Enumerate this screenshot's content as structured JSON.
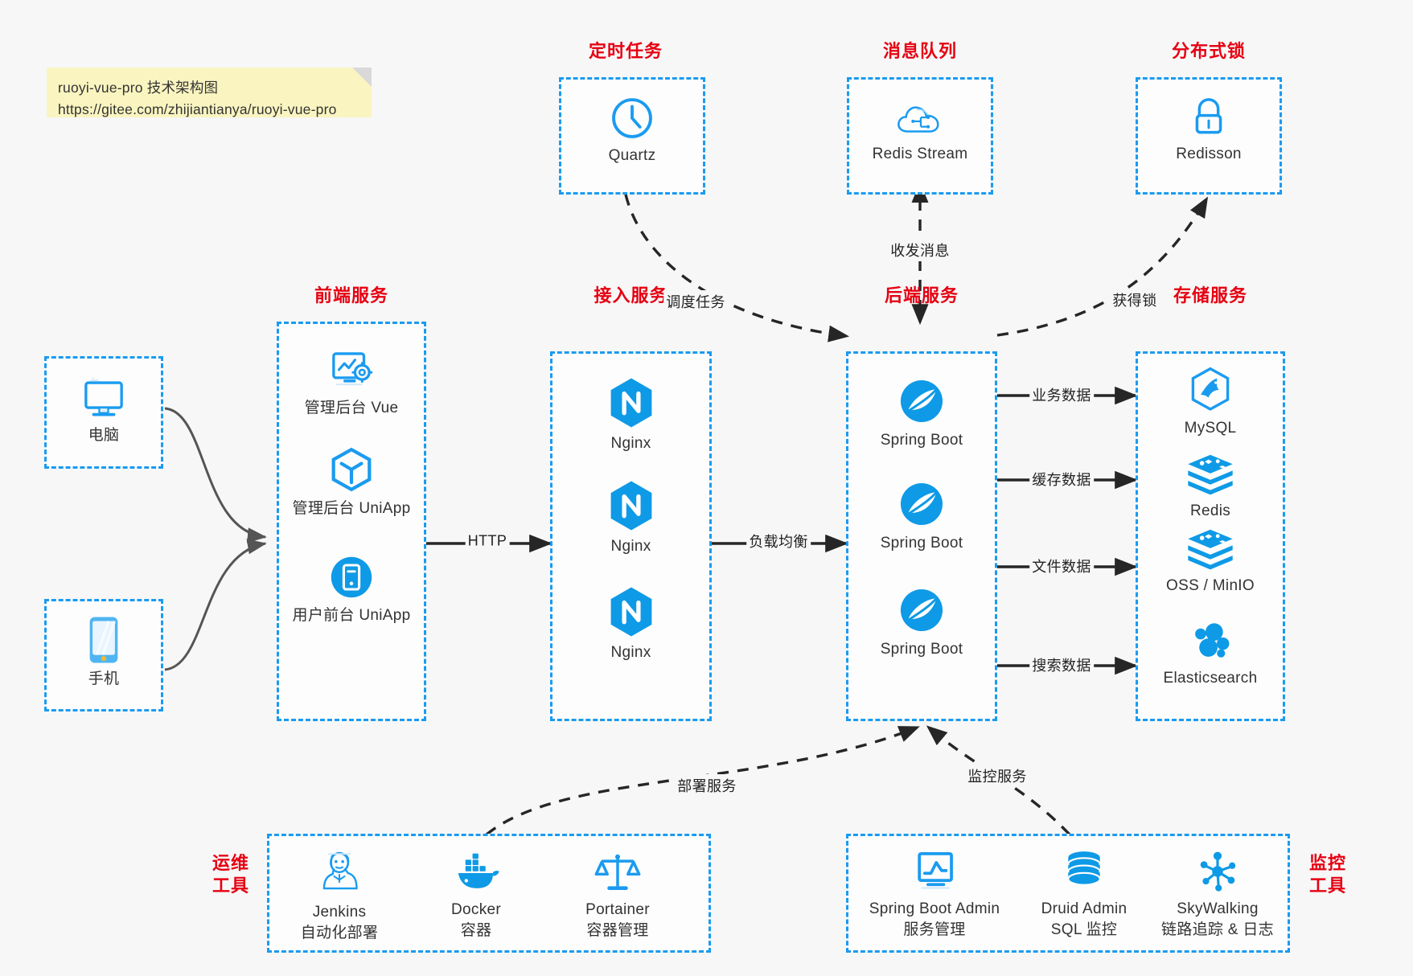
{
  "note": {
    "line1": "ruoyi-vue-pro 技术架构图",
    "line2": "https://gitee.com/zhijiantianya/ruoyi-vue-pro"
  },
  "colors": {
    "accent_blue": "#1a9bf0",
    "title_red": "#e60012",
    "canvas": "#f7f7f7",
    "note_yellow": "#faf5c0",
    "edge_gray": "#555555",
    "arrow_black": "#262626"
  },
  "groups": {
    "scheduled_task": {
      "title": "定时任务",
      "nodes": [
        {
          "label": "Quartz",
          "icon": "clock-icon"
        }
      ]
    },
    "message_queue": {
      "title": "消息队列",
      "nodes": [
        {
          "label": "Redis Stream",
          "icon": "cloud-stream-icon"
        }
      ]
    },
    "distributed_lock": {
      "title": "分布式锁",
      "nodes": [
        {
          "label": "Redisson",
          "icon": "lock-icon"
        }
      ]
    },
    "clients": {
      "nodes": [
        {
          "label": "电脑",
          "icon": "desktop-icon"
        },
        {
          "label": "手机",
          "icon": "mobile-phone-icon"
        }
      ]
    },
    "frontend": {
      "title": "前端服务",
      "nodes": [
        {
          "label": "管理后台 Vue",
          "icon": "dashboard-gear-icon"
        },
        {
          "label": "管理后台 UniApp",
          "icon": "uniapp-cube-icon"
        },
        {
          "label": "用户前台 UniApp",
          "icon": "mobile-circle-icon"
        }
      ]
    },
    "gateway": {
      "title": "接入服务",
      "nodes": [
        {
          "label": "Nginx",
          "icon": "nginx-icon"
        },
        {
          "label": "Nginx",
          "icon": "nginx-icon"
        },
        {
          "label": "Nginx",
          "icon": "nginx-icon"
        }
      ]
    },
    "backend": {
      "title": "后端服务",
      "nodes": [
        {
          "label": "Spring Boot",
          "icon": "spring-boot-icon"
        },
        {
          "label": "Spring Boot",
          "icon": "spring-boot-icon"
        },
        {
          "label": "Spring Boot",
          "icon": "spring-boot-icon"
        }
      ]
    },
    "storage": {
      "title": "存储服务",
      "nodes": [
        {
          "label": "MySQL",
          "icon": "mysql-icon"
        },
        {
          "label": "Redis",
          "icon": "redis-icon"
        },
        {
          "label": "OSS / MinIO",
          "icon": "oss-minio-icon"
        },
        {
          "label": "Elasticsearch",
          "icon": "elasticsearch-icon"
        }
      ]
    },
    "devops": {
      "title": "运维\n工具",
      "title_line1": "运维",
      "title_line2": "工具",
      "nodes": [
        {
          "label": "Jenkins",
          "sublabel": "自动化部署",
          "icon": "jenkins-icon"
        },
        {
          "label": "Docker",
          "sublabel": "容器",
          "icon": "docker-icon"
        },
        {
          "label": "Portainer",
          "sublabel": "容器管理",
          "icon": "portainer-scales-icon"
        }
      ]
    },
    "monitoring": {
      "title_line1": "监控",
      "title_line2": "工具",
      "nodes": [
        {
          "label": "Spring Boot Admin",
          "sublabel": "服务管理",
          "icon": "monitor-chart-icon"
        },
        {
          "label": "Druid Admin",
          "sublabel": "SQL 监控",
          "icon": "database-icon"
        },
        {
          "label": "SkyWalking",
          "sublabel": "链路追踪 & 日志",
          "icon": "skywalking-icon"
        }
      ]
    }
  },
  "edges": [
    {
      "id": "http",
      "label": "HTTP",
      "from": "frontend",
      "to": "gateway",
      "style": "solid"
    },
    {
      "id": "load-balance",
      "label": "负载均衡",
      "from": "gateway",
      "to": "backend",
      "style": "solid"
    },
    {
      "id": "schedule-task",
      "label": "调度任务",
      "from": "scheduled_task",
      "to": "backend",
      "style": "dashed"
    },
    {
      "id": "send-receive-message",
      "label": "收发消息",
      "from": "message_queue",
      "to": "backend",
      "style": "dashed-bidirectional"
    },
    {
      "id": "acquire-lock",
      "label": "获得锁",
      "from": "backend",
      "to": "distributed_lock",
      "style": "dashed"
    },
    {
      "id": "business-data",
      "label": "业务数据",
      "from": "backend",
      "to": "MySQL",
      "style": "solid"
    },
    {
      "id": "cache-data",
      "label": "缓存数据",
      "from": "backend",
      "to": "Redis",
      "style": "solid"
    },
    {
      "id": "file-data",
      "label": "文件数据",
      "from": "backend",
      "to": "OSS / MinIO",
      "style": "solid"
    },
    {
      "id": "search-data",
      "label": "搜索数据",
      "from": "backend",
      "to": "Elasticsearch",
      "style": "solid"
    },
    {
      "id": "deploy-service",
      "label": "部署服务",
      "from": "devops",
      "to": "backend",
      "style": "dashed"
    },
    {
      "id": "monitor-service",
      "label": "监控服务",
      "from": "monitoring",
      "to": "backend",
      "style": "dashed"
    }
  ]
}
